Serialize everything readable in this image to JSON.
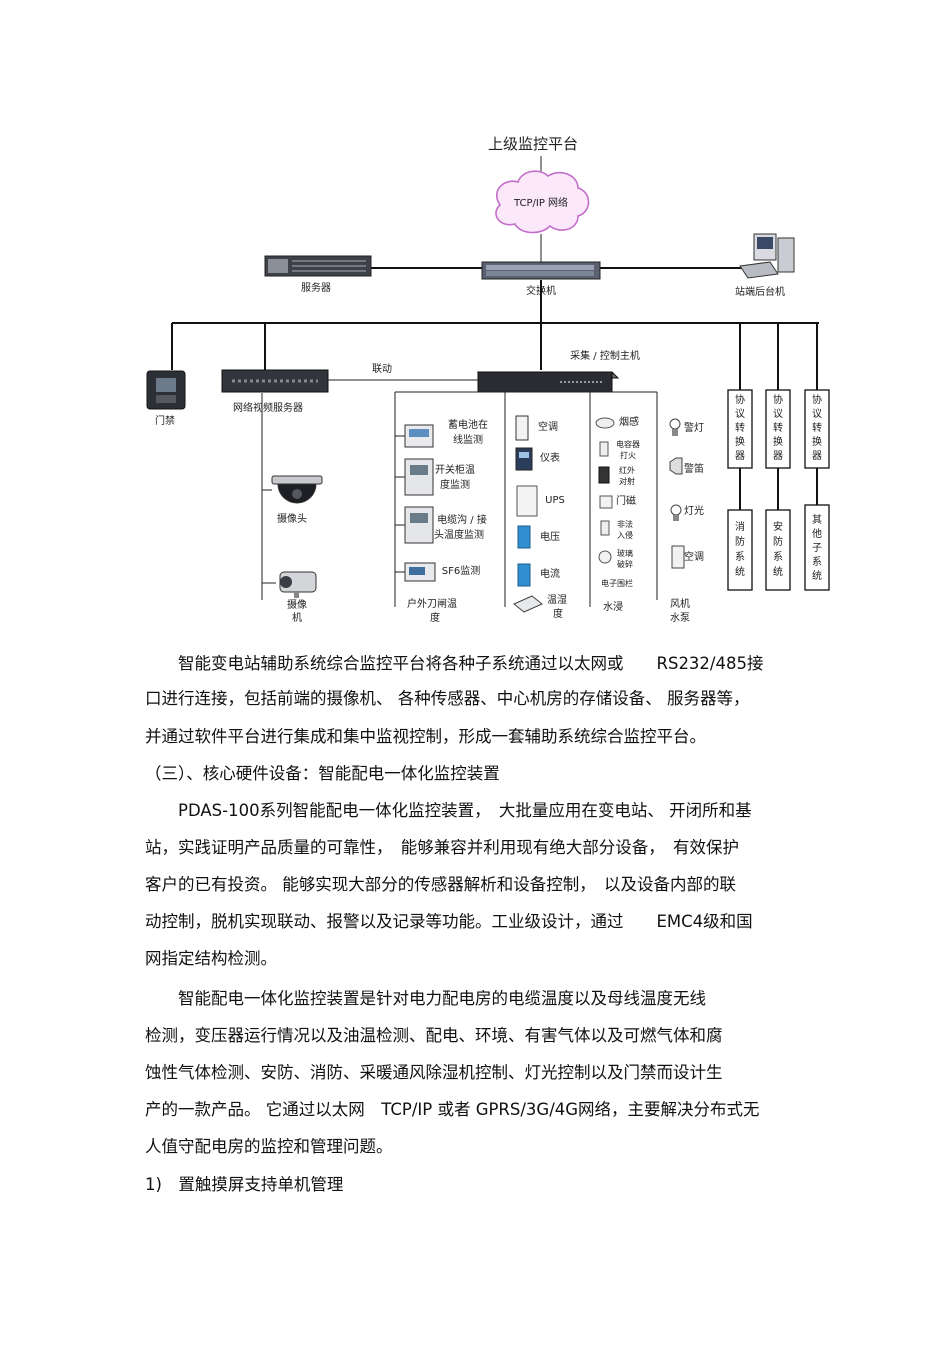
{
  "diagram": {
    "top_platform": "上级监控平台",
    "cloud": "TCP/IP 网络",
    "server": "服务器",
    "switch": "交换机",
    "backend": "站端后台机",
    "collector": "采集 / 控制主机",
    "linkage": "联动",
    "access_control": "门禁",
    "nvr": "网络视频服务器",
    "camera1": "摄像头",
    "camera2": [
      "摄像",
      "机"
    ],
    "col1": [
      [
        "蓄电池在",
        "线监测"
      ],
      [
        "开关柜温",
        "度监测"
      ],
      [
        "电缆沟 / 接",
        "头温度监测"
      ],
      [
        "SF6监测"
      ],
      [
        "户外刀闸温",
        "度"
      ]
    ],
    "col2": [
      "空调",
      "仪表",
      "UPS",
      "电压",
      "电流",
      [
        "温湿",
        "度"
      ]
    ],
    "col3": [
      "烟感",
      [
        "电容器",
        "打火"
      ],
      [
        "红外",
        "对射"
      ],
      "门磁",
      [
        "非法",
        "入侵"
      ],
      [
        "玻璃",
        "破碎"
      ],
      "电子围栏",
      "水浸"
    ],
    "col4": [
      "警灯",
      "警笛",
      "灯光",
      "空调",
      [
        "风机",
        "水泵"
      ]
    ],
    "converters": [
      "协",
      "议",
      "转",
      "换",
      "器"
    ],
    "subsystems": [
      [
        "消",
        "防",
        "系",
        "统"
      ],
      [
        "安",
        "防",
        "系",
        "统"
      ],
      [
        "其",
        "他",
        "子",
        "系",
        "统"
      ]
    ]
  },
  "text": {
    "p1_l1": "智能变电站辅助系统综合监控平台将各种子系统通过以太网或　　RS232/485接",
    "p1_l2": "口进行连接，包括前端的摄像机、 各种传感器、中心机房的存储设备、 服务器等，",
    "p1_l3": "并通过软件平台进行集成和集中监视控制，形成一套辅助系统综合监控平台。",
    "heading": "（三）、核心硬件设备：智能配电一体化监控装置",
    "p2_l1": "PDAS-100系列智能配电一体化监控装置，　大批量应用在变电站、 开闭所和基",
    "p2_l2": "站，实践证明产品质量的可靠性，　能够兼容并利用现有绝大部分设备，　有效保护",
    "p2_l3": "客户的已有投资。 能够实现大部分的传感器解析和设备控制，　以及设备内部的联",
    "p2_l4": "动控制，脱机实现联动、报警以及记录等功能。工业级设计，通过　　EMC4级和国",
    "p2_l5": "网指定结构检测。",
    "p3_l1": "智能配电一体化监控装置是针对电力配电房的电缆温度以及母线温度无线",
    "p3_l2": "检测，变压器运行情况以及油温检测、配电、环境、有害气体以及可燃气体和腐",
    "p3_l3": "蚀性气体检测、安防、消防、采暖通风除湿机控制、灯光控制以及门禁而设计生",
    "p3_l4": "产的一款产品。 它通过以太网　TCP/IP 或者 GPRS/3G/4G网络，主要解决分布式无",
    "p3_l5": "人值守配电房的监控和管理问题。",
    "item1": "1)　置触摸屏支持单机管理"
  }
}
